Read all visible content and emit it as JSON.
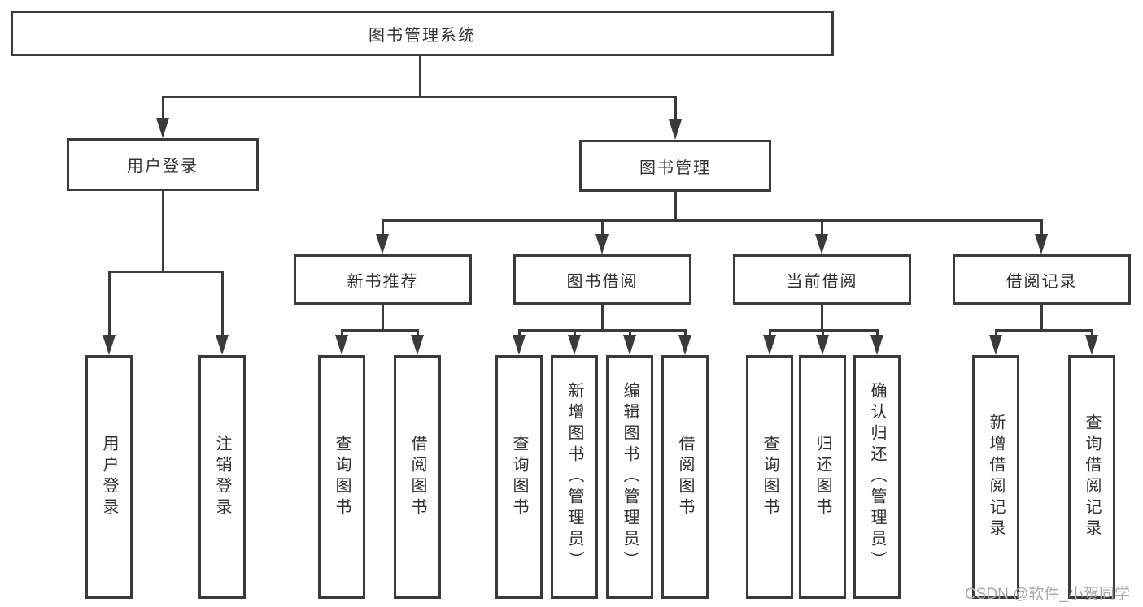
{
  "diagram": {
    "root": "图书管理系统",
    "level2": [
      "用户登录",
      "图书管理"
    ],
    "level3": [
      "新书推荐",
      "图书借阅",
      "当前借阅",
      "借阅记录"
    ],
    "user_login_children": [
      "用户登录",
      "注销登录"
    ],
    "new_book_children": [
      "查询图书",
      "借阅图书"
    ],
    "book_borrow_children": [
      "查询图书",
      "新增图书（管理员）",
      "编辑图书（管理员）",
      "借阅图书"
    ],
    "current_borrow_children": [
      "查询图书",
      "归还图书",
      "确认归还（管理员）"
    ],
    "borrow_record_children": [
      "新增借阅记录",
      "查询借阅记录"
    ]
  },
  "watermark": {
    "text": "CSDN @软件_小贺同学"
  },
  "colors": {
    "line": "#3a3a3a",
    "text": "#303030",
    "watermark": "#a9a9a9",
    "background": "#ffffff"
  }
}
